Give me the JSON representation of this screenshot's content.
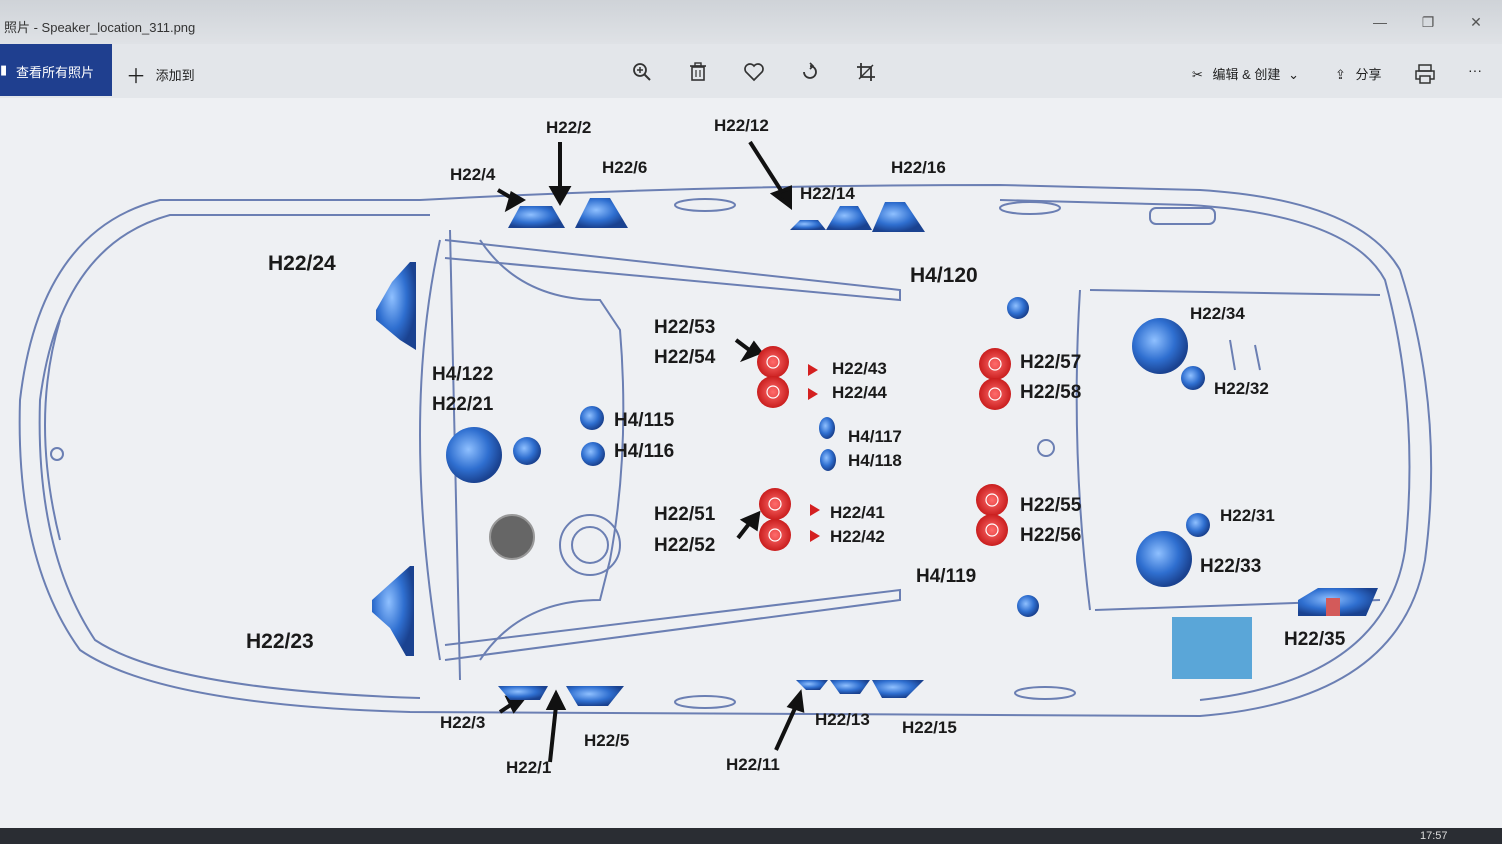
{
  "window": {
    "title": "照片 - Speaker_location_311.png",
    "minimize_glyph": "—",
    "restore_glyph": "❐",
    "close_glyph": "✕"
  },
  "toolbar": {
    "view_all_label": "查看所有照片",
    "add_to_label": "添加到",
    "icons": [
      "zoom-icon",
      "delete-icon",
      "favorite-icon",
      "rotate-icon",
      "crop-icon"
    ],
    "edit_create_label": "编辑 & 创建",
    "share_label": "分享",
    "more_glyph": "···"
  },
  "image": {
    "labels": {
      "h22_2": "H22/2",
      "h22_12": "H22/12",
      "h22_4": "H22/4",
      "h22_6": "H22/6",
      "h22_14": "H22/14",
      "h22_16": "H22/16",
      "h22_24": "H22/24",
      "h4_120": "H4/120",
      "h22_34": "H22/34",
      "h22_53": "H22/53",
      "h22_54": "H22/54",
      "h22_43": "H22/43",
      "h22_44": "H22/44",
      "h22_57": "H22/57",
      "h22_58": "H22/58",
      "h4_122": "H4/122",
      "h22_21": "H22/21",
      "h22_32": "H22/32",
      "h4_115": "H4/115",
      "h4_116": "H4/116",
      "h4_117": "H4/117",
      "h4_118": "H4/118",
      "h22_51": "H22/51",
      "h22_52": "H22/52",
      "h22_41": "H22/41",
      "h22_42": "H22/42",
      "h22_55": "H22/55",
      "h22_56": "H22/56",
      "h22_31": "H22/31",
      "h22_33": "H22/33",
      "h4_119": "H4/119",
      "h22_23": "H22/23",
      "h22_35": "H22/35",
      "h22_3": "H22/3",
      "h22_5": "H22/5",
      "h22_13": "H22/13",
      "h22_15": "H22/15",
      "h22_1": "H22/1",
      "h22_11": "H22/11"
    },
    "colors": {
      "speaker_blue": "#2f6fd0",
      "speaker_red": "#d42020",
      "car_outline": "#6b7fb3"
    }
  },
  "status": {
    "clock": "17:57"
  }
}
